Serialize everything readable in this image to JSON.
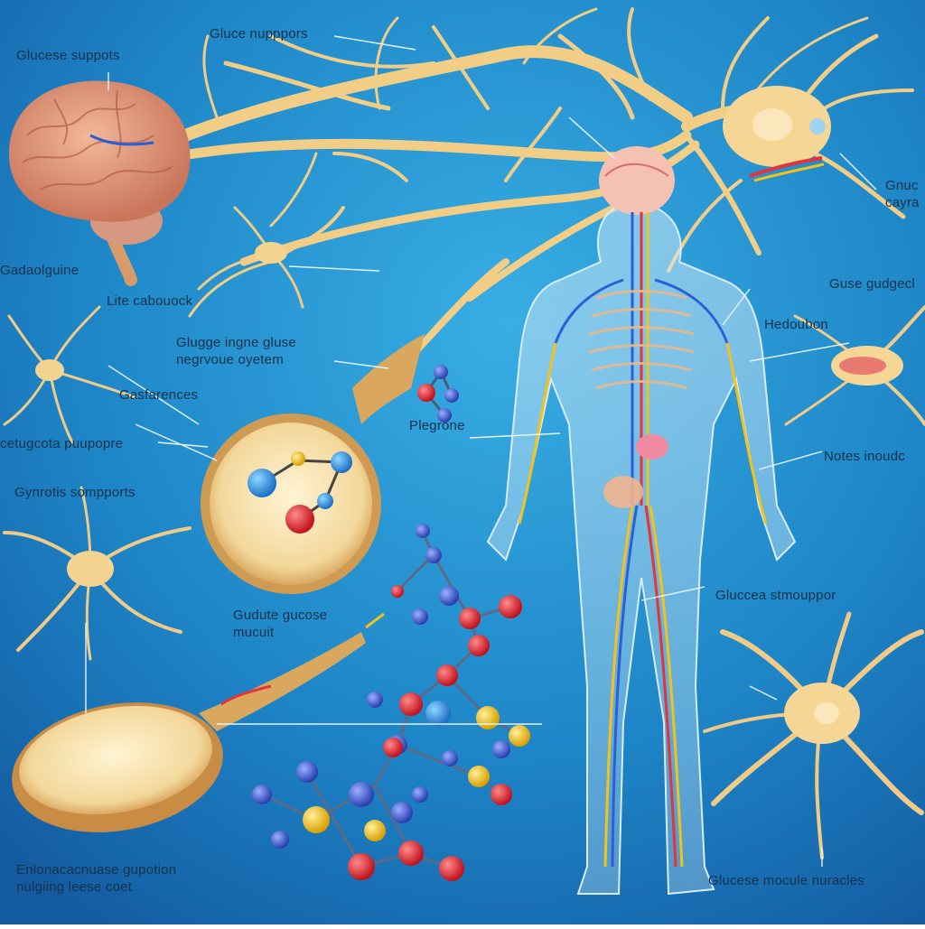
{
  "labels": {
    "top_center": "Gluce nupppors",
    "top_left": "Glucese suppots",
    "right_top_line1": "Gnuc",
    "right_top_line2": "cayra",
    "left_chain": "Gadaolguine",
    "left_small": "Lite cabouock",
    "center_line1": "Glugge ingne gluse",
    "center_line2": "negrvoue oyetem",
    "right_mid": "Guse gudgecl",
    "right_neuron": "Hedoubon",
    "left_mid": "Gasfarences",
    "molecule": "Plegrone",
    "left_lower": "cetugcota puupopre",
    "right_lower": "Notes inoudc",
    "left_gyro": "Gynrotis sompports",
    "right_bottom": "Gluccea stmouppor",
    "spoon_line1": "Gudute gucose",
    "spoon_line2": "mucuit",
    "bottom_left_line1": "Enlonacacnuase gupotion",
    "bottom_left_line2": "nulgiing leese coet",
    "bottom_right": "Glucese mocule nuracles"
  },
  "colors": {
    "background_top": "#1f86c8",
    "background_bottom": "#1467ad",
    "neuron": "#f3cf8a",
    "molecule_red": "#e0202c",
    "molecule_blue": "#3a5fd0",
    "molecule_yellow": "#f3c21a"
  }
}
